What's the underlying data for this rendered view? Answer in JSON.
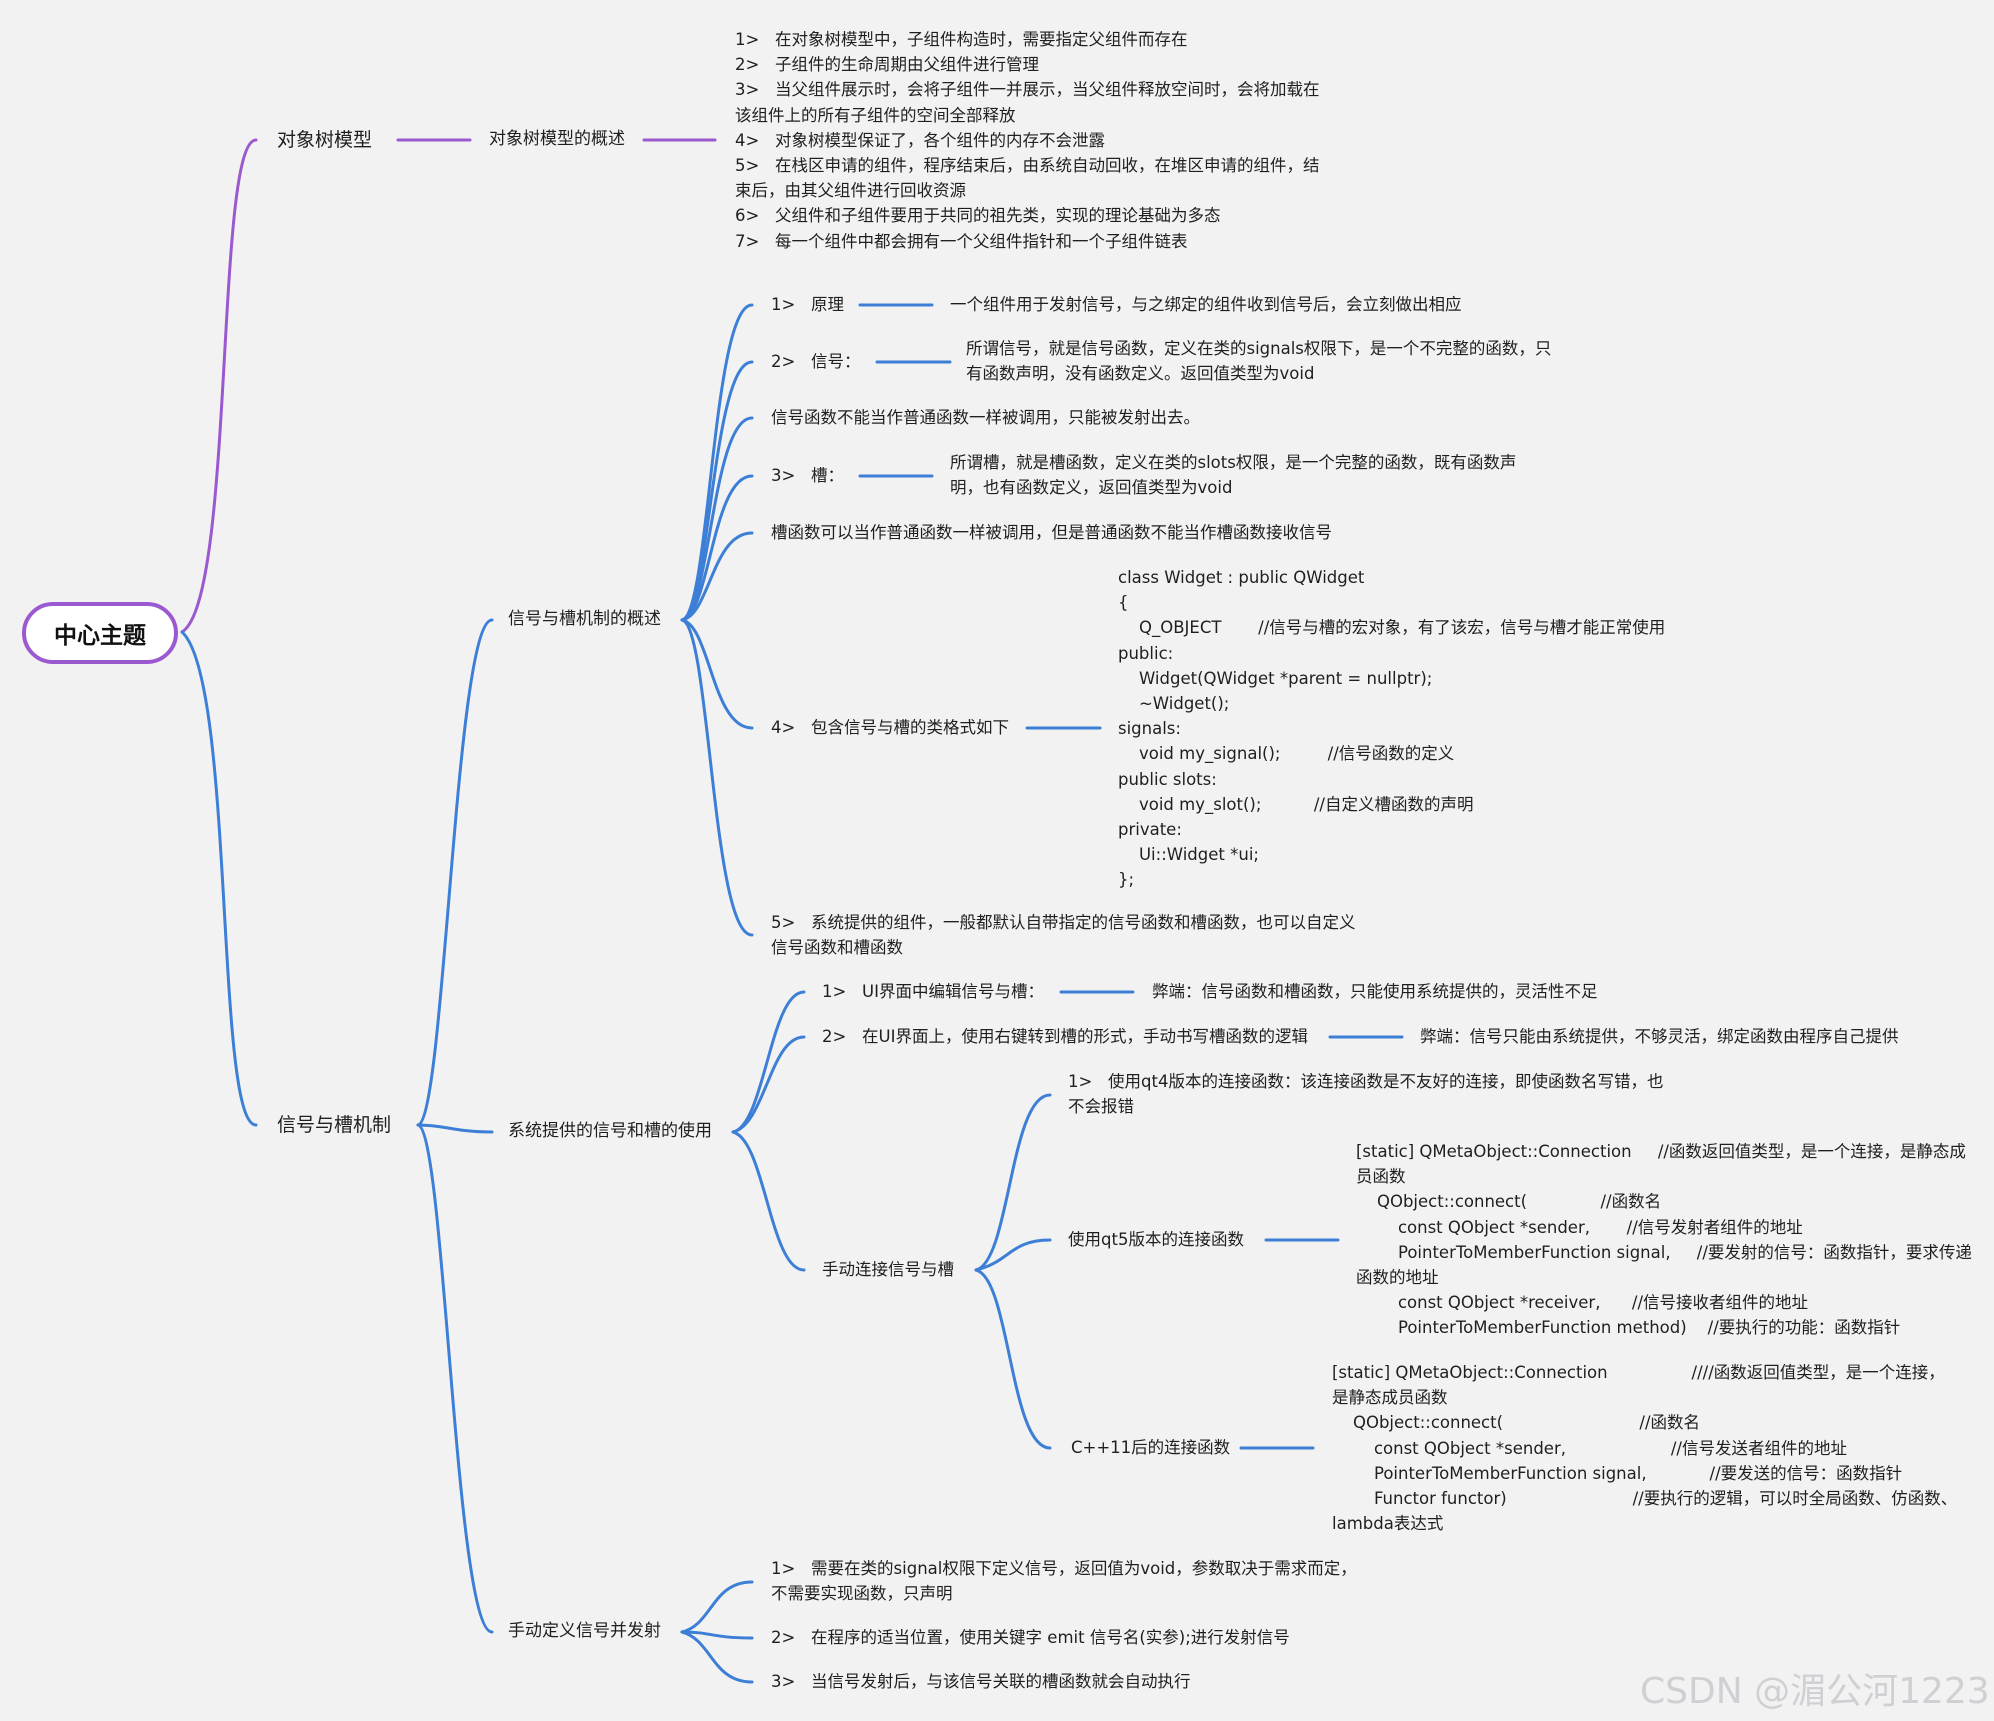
{
  "colors": {
    "purple": "#9b59d0",
    "blue": "#3d7fd6",
    "background": "#f2f2f3"
  },
  "root": {
    "label": "中心主题"
  },
  "branch_object_tree": {
    "label": "对象树模型",
    "child": "对象树模型的概述",
    "notes": "1>   在对象树模型中，子组件构造时，需要指定父组件而存在\n2>   子组件的生命周期由父组件进行管理\n3>   当父组件展示时，会将子组件一并展示，当父组件释放空间时，会将加载在\n该组件上的所有子组件的空间全部释放\n4>   对象树模型保证了，各个组件的内存不会泄露\n5>   在栈区申请的组件，程序结束后，由系统自动回收，在堆区申请的组件，结\n束后，由其父组件进行回收资源\n6>   父组件和子组件要用于共同的祖先类，实现的理论基础为多态\n7>   每一个组件中都会拥有一个父组件指针和一个子组件链表"
  },
  "branch_signals": {
    "label": "信号与槽机制",
    "overview": {
      "label": "信号与槽机制的概述",
      "principle_label": "1>   原理",
      "principle_text": "一个组件用于发射信号，与之绑定的组件收到信号后，会立刻做出相应",
      "signal_label": "2>   信号：",
      "signal_text": "所谓信号，就是信号函数，定义在类的signals权限下，是一个不完整的函数，只\n有函数声明，没有函数定义。返回值类型为void",
      "signal_note": "信号函数不能当作普通函数一样被调用，只能被发射出去。",
      "slot_label": "3>   槽：",
      "slot_text": "所谓槽，就是槽函数，定义在类的slots权限，是一个完整的函数，既有函数声\n明，也有函数定义，返回值类型为void",
      "slot_note": "槽函数可以当作普通函数一样被调用，但是普通函数不能当作槽函数接收信号",
      "class_label": "4>   包含信号与槽的类格式如下",
      "class_code": "class Widget : public QWidget\n{\n    Q_OBJECT       //信号与槽的宏对象，有了该宏，信号与槽才能正常使用\npublic:\n    Widget(QWidget *parent = nullptr);\n    ~Widget();\nsignals:\n    void my_signal();         //信号函数的定义\npublic slots:\n    void my_slot();          //自定义槽函数的声明\nprivate:\n    Ui::Widget *ui;\n};",
      "system_text": "5>   系统提供的组件，一般都默认自带指定的信号函数和槽函数，也可以自定义\n信号函数和槽函数"
    },
    "system_usage": {
      "label": "系统提供的信号和槽的使用",
      "ui_edit_label": "1>   UI界面中编辑信号与槽：",
      "ui_edit_note": "弊端：信号函数和槽函数，只能使用系统提供的，灵活性不足",
      "right_click_label": "2>   在UI界面上，使用右键转到槽的形式，手动书写槽函数的逻辑",
      "right_click_note": "弊端：信号只能由系统提供，不够灵活，绑定函数由程序自己提供",
      "manual": {
        "label": "手动连接信号与槽",
        "qt4_text": "1>   使用qt4版本的连接函数：该连接函数是不友好的连接，即使函数名写错，也\n不会报错",
        "qt5_label": "使用qt5版本的连接函数",
        "qt5_code": "[static] QMetaObject::Connection     //函数返回值类型，是一个连接，是静态成\n员函数\n    QObject::connect(              //函数名\n        const QObject *sender,       //信号发射者组件的地址\n        PointerToMemberFunction signal,     //要发射的信号：函数指针，要求传递\n函数的地址\n        const QObject *receiver,      //信号接收者组件的地址\n        PointerToMemberFunction method)    //要执行的功能：函数指针",
        "cpp11_label": "C++11后的连接函数",
        "cpp11_code": "[static] QMetaObject::Connection                ////函数返回值类型，是一个连接，\n是静态成员函数\n    QObject::connect(                          //函数名\n        const QObject *sender,                    //信号发送者组件的地址\n        PointerToMemberFunction signal,            //要发送的信号：函数指针\n        Functor functor)                        //要执行的逻辑，可以时全局函数、仿函数、\nlambda表达式"
      }
    },
    "custom_signal": {
      "label": "手动定义信号并发射",
      "item1": "1>   需要在类的signal权限下定义信号，返回值为void，参数取决于需求而定，\n不需要实现函数，只声明",
      "item2": "2>   在程序的适当位置，使用关键字 emit 信号名(实参);进行发射信号",
      "item3": "3>   当信号发射后，与该信号关联的槽函数就会自动执行"
    }
  },
  "watermark": "CSDN @湄公河1223"
}
